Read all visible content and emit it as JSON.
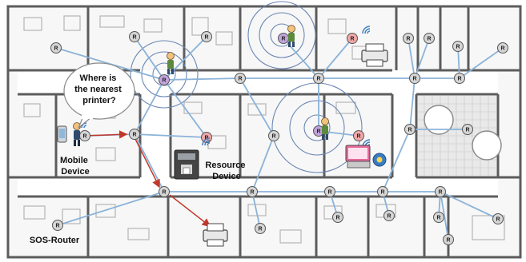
{
  "diagram": {
    "router_letter": "R",
    "labels": {
      "question": [
        "Where is",
        "the nearest",
        "printer?"
      ],
      "mobile_device": [
        "Mobile",
        "Device"
      ],
      "resource_device": [
        "Resource",
        "Device"
      ],
      "sos_router": "SOS-Router"
    },
    "colors": {
      "wall": "#5c5c5c",
      "floor": "#f7f7f7",
      "link": "#8bb3d9",
      "route": "#c0392b",
      "router_plain": "#d6d6d6",
      "router_pink": "#f2a8a8",
      "router_purple": "#c3a4dc",
      "signal_ring": "#6b87b5",
      "wifi": "#3f7fc4"
    },
    "icons": [
      "router-node-icon",
      "person-icon",
      "printer-icon",
      "coffee-machine-icon",
      "mobile-phone-icon",
      "tablet-icon",
      "wifi-signal-icon",
      "meeting-table-icon"
    ]
  }
}
